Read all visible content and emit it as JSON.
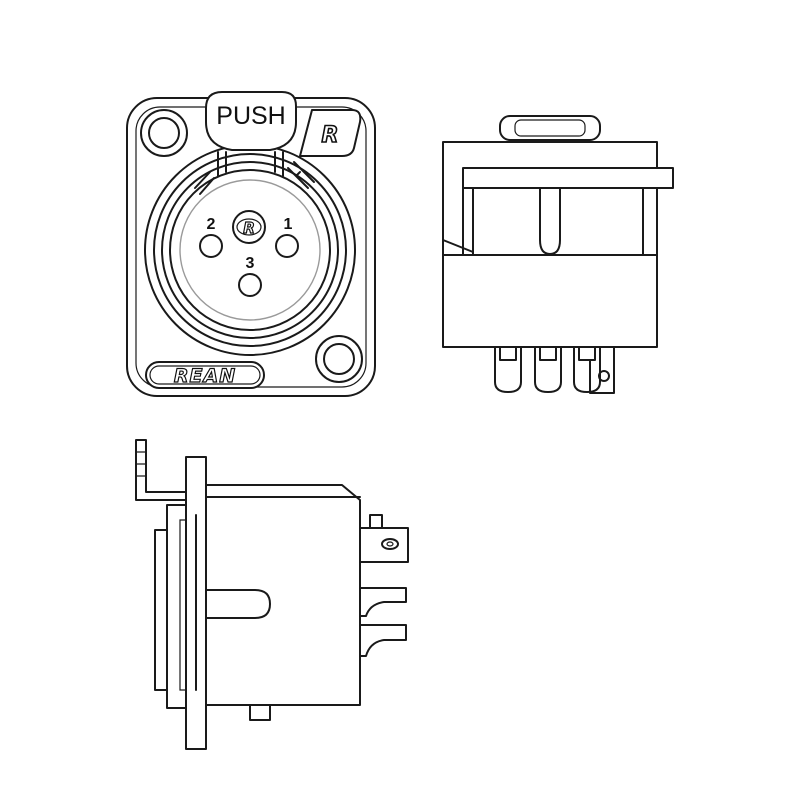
{
  "front_view": {
    "push_label": "PUSH",
    "logo_mark": "R",
    "brand_name": "REAN",
    "pins": [
      {
        "label": "1"
      },
      {
        "label": "2"
      },
      {
        "label": "3"
      }
    ]
  },
  "colors": {
    "line": "#1a1a1a",
    "background": "#ffffff",
    "inner_ring": "#9a9a9a"
  }
}
